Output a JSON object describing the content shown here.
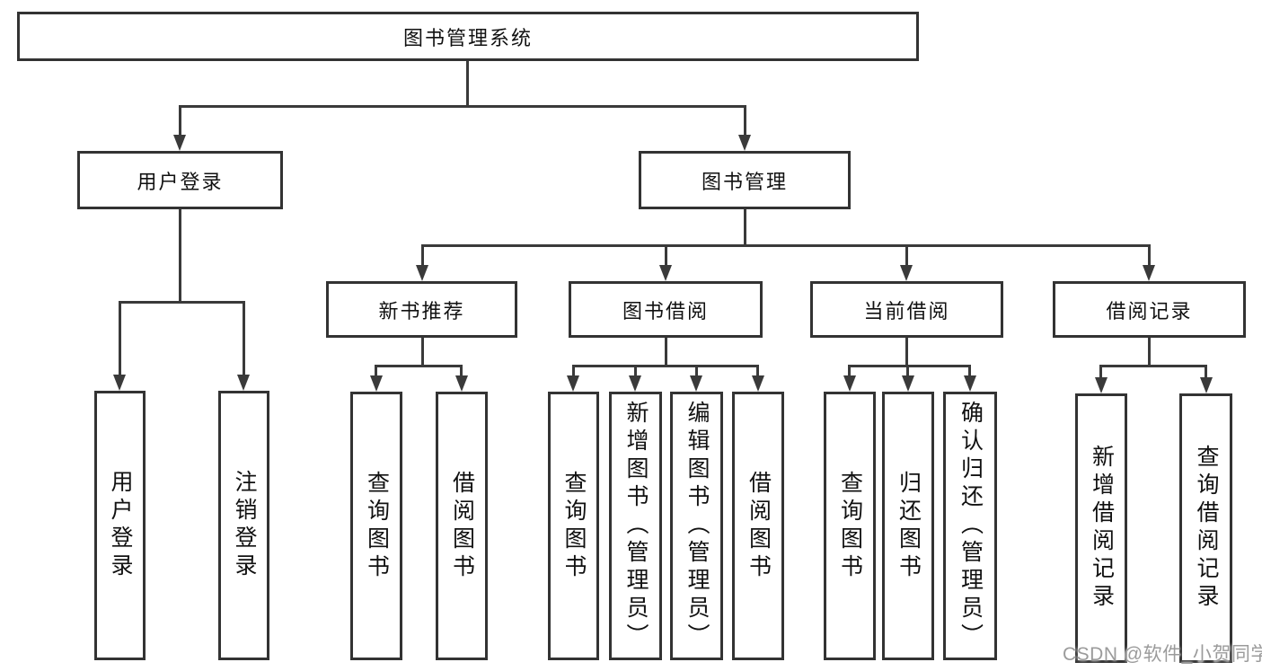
{
  "title": "图书管理系统",
  "tree": {
    "root": {
      "label": "图书管理系统"
    },
    "children": [
      {
        "label": "用户登录",
        "children": [
          {
            "label": "用户登录"
          },
          {
            "label": "注销登录"
          }
        ]
      },
      {
        "label": "图书管理",
        "children": [
          {
            "label": "新书推荐",
            "children": [
              {
                "label": "查询图书"
              },
              {
                "label": "借阅图书"
              }
            ]
          },
          {
            "label": "图书借阅",
            "children": [
              {
                "label": "查询图书"
              },
              {
                "label": "新增图书（管理员）"
              },
              {
                "label": "编辑图书（管理员）"
              },
              {
                "label": "借阅图书"
              }
            ]
          },
          {
            "label": "当前借阅",
            "children": [
              {
                "label": "查询图书"
              },
              {
                "label": "归还图书"
              },
              {
                "label": "确认归还（管理员）"
              }
            ]
          },
          {
            "label": "借阅记录",
            "children": [
              {
                "label": "新增借阅记录"
              },
              {
                "label": "查询借阅记录"
              }
            ]
          }
        ]
      }
    ]
  },
  "watermark": {
    "text": "CSDN @软件_小贺同学"
  },
  "colors": {
    "border": "#333333",
    "line": "#3a3a3a",
    "text": "#111111",
    "watermark": "#9b9b9b",
    "bg": "#ffffff"
  }
}
